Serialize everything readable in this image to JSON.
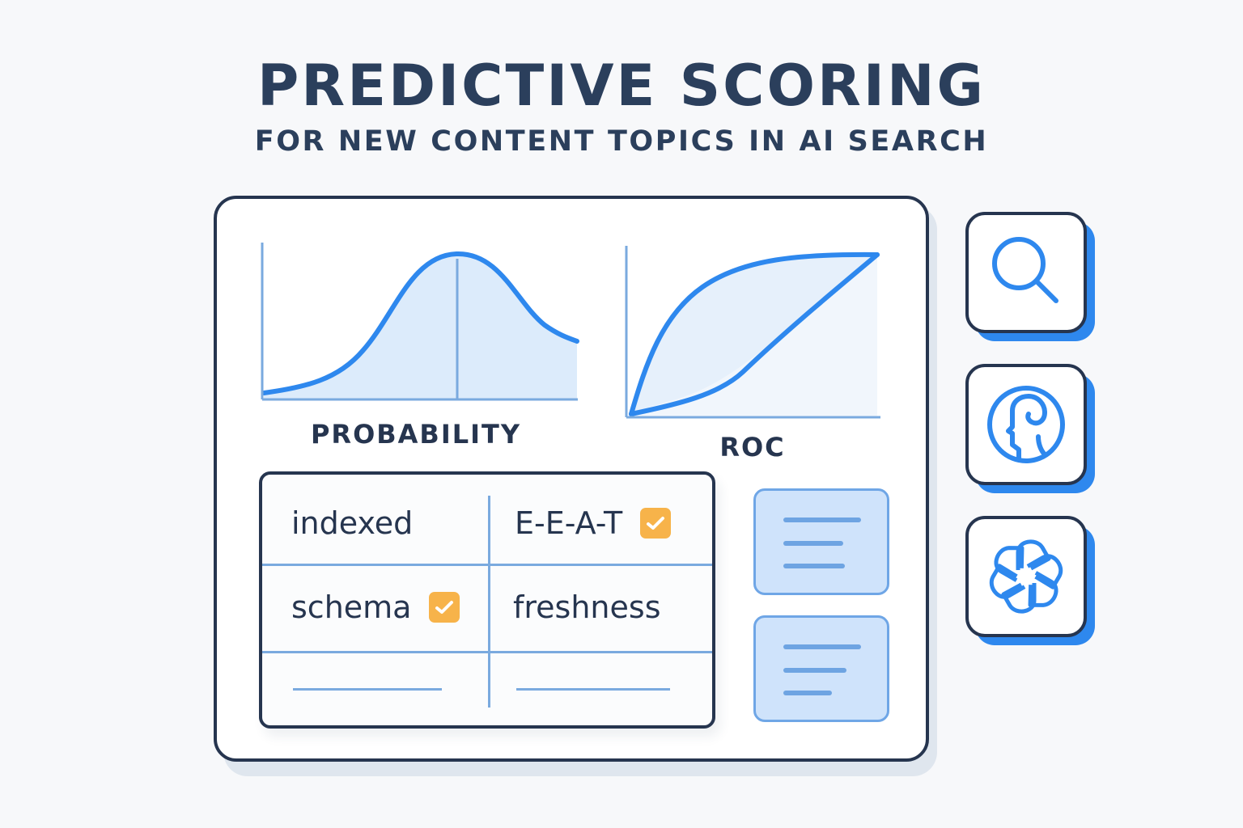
{
  "header": {
    "title": "PREDICTIVE SCORING",
    "subtitle": "FOR NEW CONTENT TOPICS IN AI SEARCH"
  },
  "colors": {
    "navy": "#26354f",
    "accent_blue": "#2e88ee",
    "light_blue_fill": "#dcebfb",
    "check_orange": "#f7b34a",
    "grid_blue": "#7aaadf"
  },
  "chart_data": [
    {
      "type": "area",
      "title": "PROBABILITY",
      "description": "Bell-shaped probability density curve with a vertical marker at the peak",
      "x": [
        0,
        0.1,
        0.2,
        0.3,
        0.4,
        0.5,
        0.6,
        0.7,
        0.8,
        0.9,
        1.0
      ],
      "values": [
        0.05,
        0.1,
        0.2,
        0.4,
        0.7,
        0.93,
        0.98,
        0.9,
        0.7,
        0.52,
        0.41
      ],
      "marker_x": 0.62,
      "xlabel": "",
      "ylabel": "",
      "grid": false
    },
    {
      "type": "line",
      "title": "ROC",
      "description": "ROC-style lens: upper concave curve and lower curve meeting at both ends, area shaded",
      "series": [
        {
          "name": "upper",
          "x": [
            0,
            0.1,
            0.2,
            0.35,
            0.5,
            0.7,
            1.0
          ],
          "values": [
            0,
            0.45,
            0.7,
            0.87,
            0.95,
            0.99,
            1.0
          ]
        },
        {
          "name": "lower",
          "x": [
            0,
            0.15,
            0.3,
            0.45,
            0.6,
            0.8,
            1.0
          ],
          "values": [
            0,
            0.05,
            0.13,
            0.28,
            0.48,
            0.73,
            1.0
          ]
        }
      ],
      "xlabel": "",
      "ylabel": "",
      "grid": false
    }
  ],
  "table": {
    "cells": [
      {
        "label": "indexed",
        "checked": false
      },
      {
        "label": "E-E-A-T",
        "checked": true
      },
      {
        "label": "schema",
        "checked": true
      },
      {
        "label": "freshness",
        "checked": false
      }
    ]
  },
  "side_icons": [
    {
      "name": "search",
      "icon": "magnifier"
    },
    {
      "name": "ai-head",
      "icon": "head-in-circle"
    },
    {
      "name": "openai",
      "icon": "knot-logo"
    }
  ]
}
